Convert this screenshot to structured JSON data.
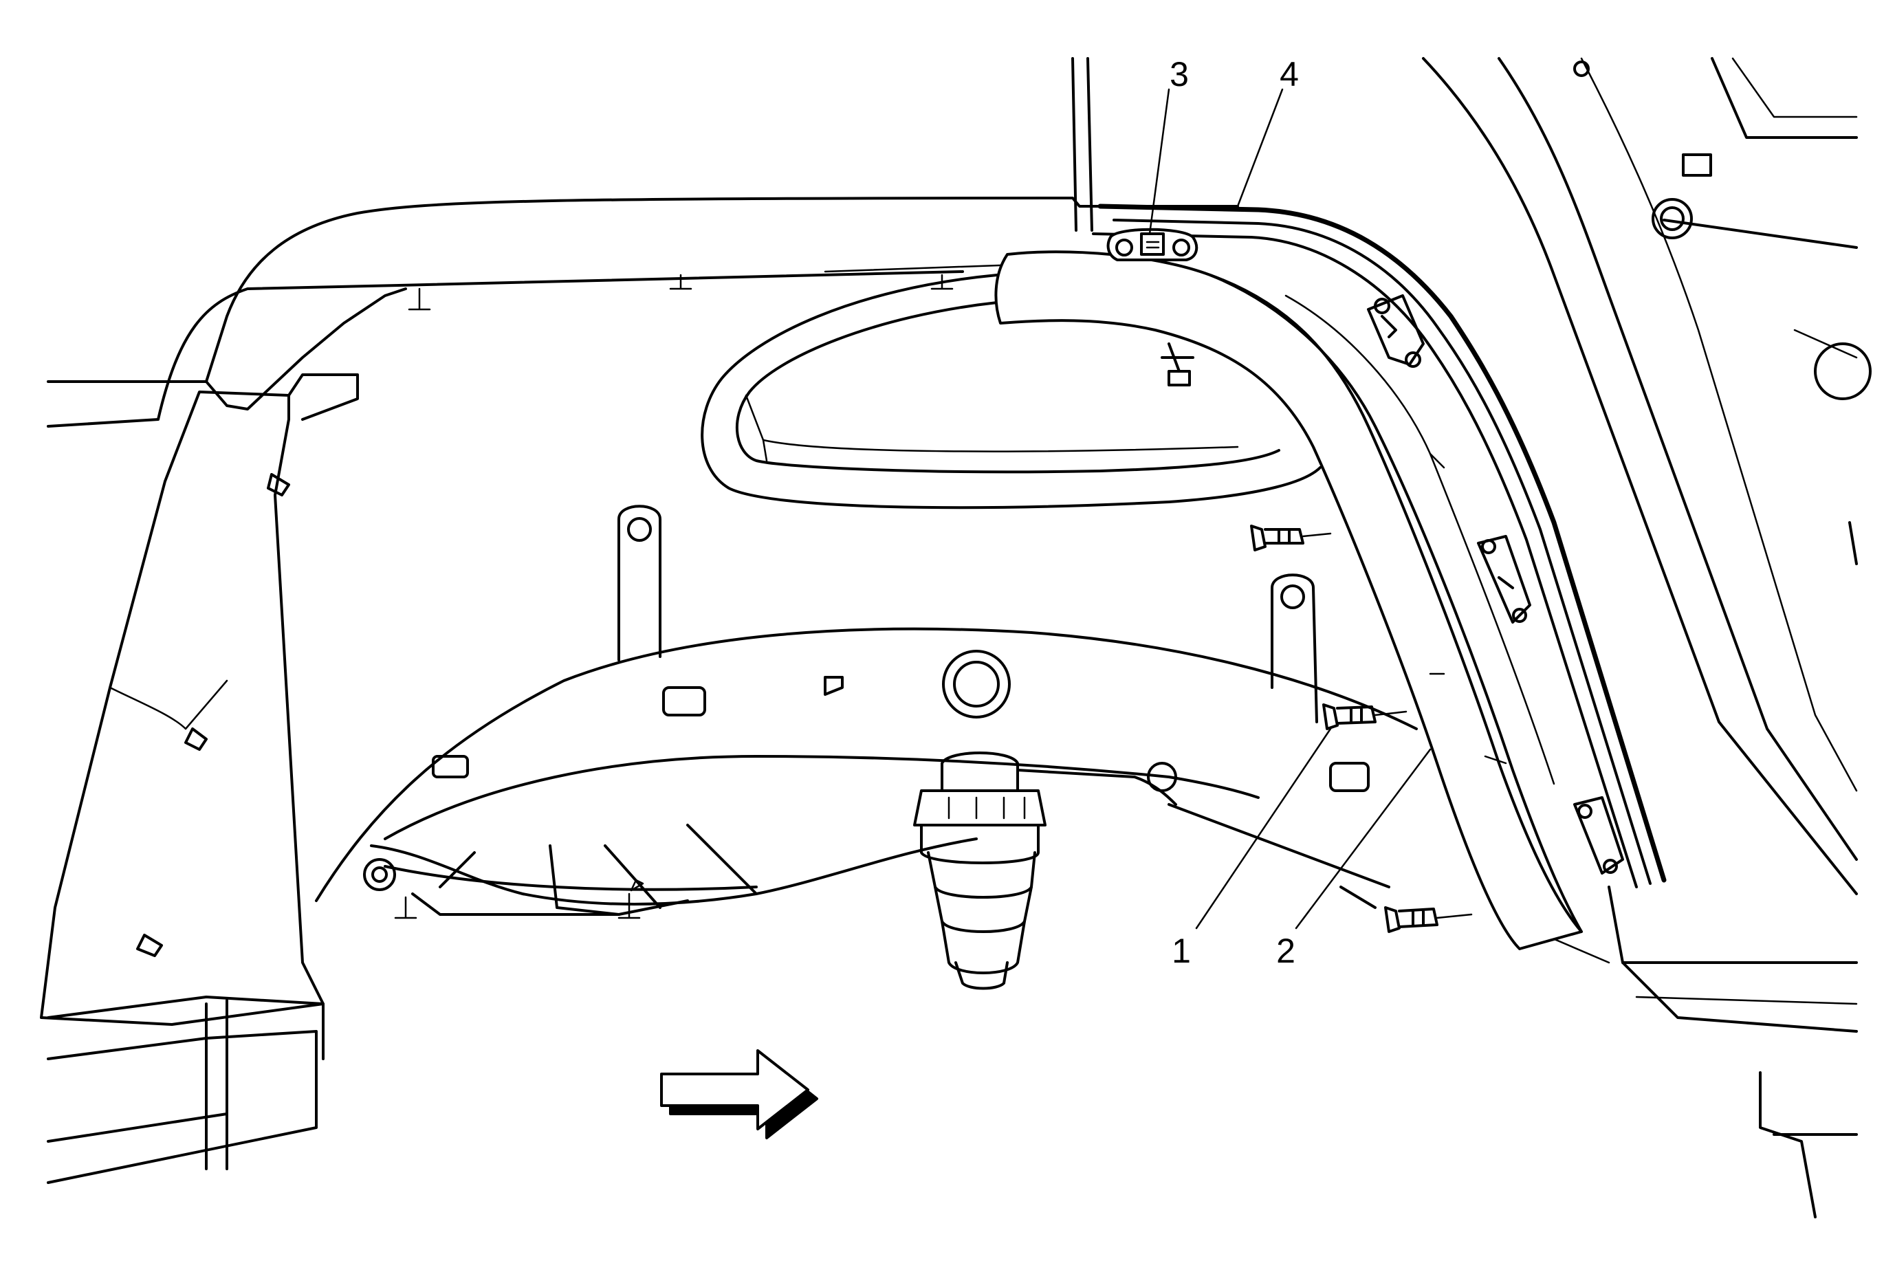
{
  "callouts": [
    {
      "id": "1",
      "label": "1"
    },
    {
      "id": "2",
      "label": "2"
    },
    {
      "id": "3",
      "label": "3"
    },
    {
      "id": "4",
      "label": "4"
    }
  ],
  "icons": {
    "direction_arrow": "forward-arrow-icon"
  }
}
